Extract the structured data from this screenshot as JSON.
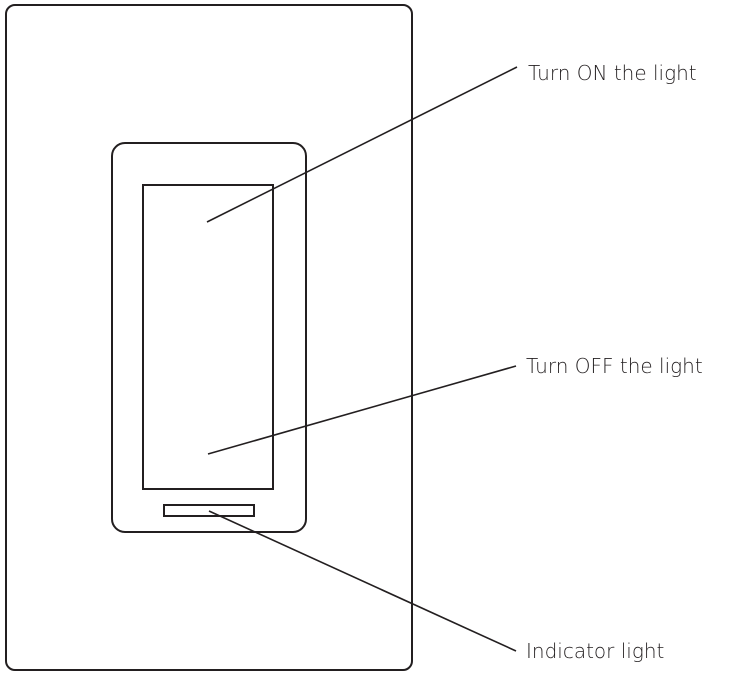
{
  "callouts": {
    "on_label": "Turn ON the light",
    "off_label": "Turn OFF the light",
    "indicator_label": "Indicator light"
  },
  "colors": {
    "stroke": "#231f20",
    "background": "#ffffff"
  }
}
